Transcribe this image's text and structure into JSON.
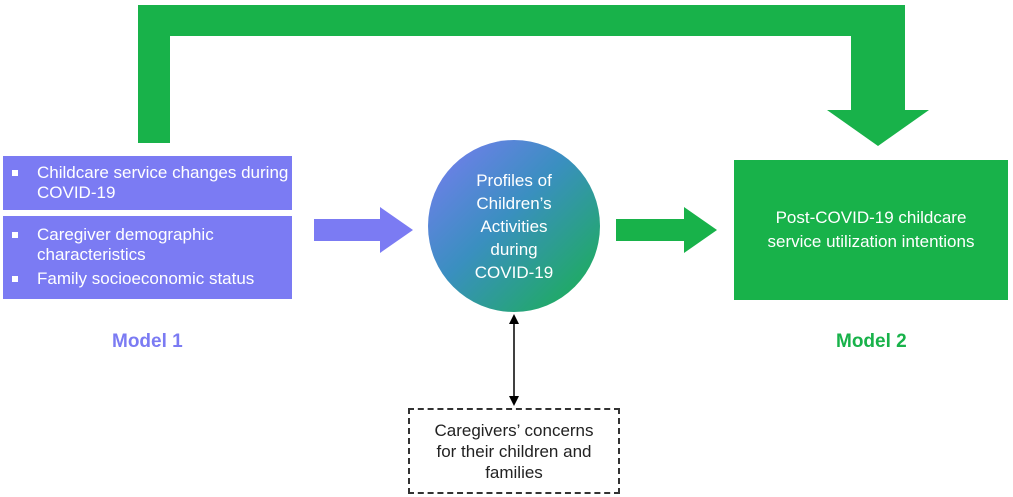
{
  "colors": {
    "blue": "#7b7bf3",
    "green": "#18b24a",
    "black": "#000000"
  },
  "left_boxes": [
    {
      "items": [
        "Childcare service changes during COVID-19"
      ]
    },
    {
      "items": [
        "Caregiver demographic characteristics",
        "Family socioeconomic status"
      ]
    }
  ],
  "circle_label": "Profiles of Children’s Activities during COVID-19",
  "right_box_label": "Post-COVID-19 childcare service utilization intentions",
  "model1_label": "Model 1",
  "model2_label": "Model 2",
  "concerns_label": "Caregivers’ concerns for their children and families"
}
